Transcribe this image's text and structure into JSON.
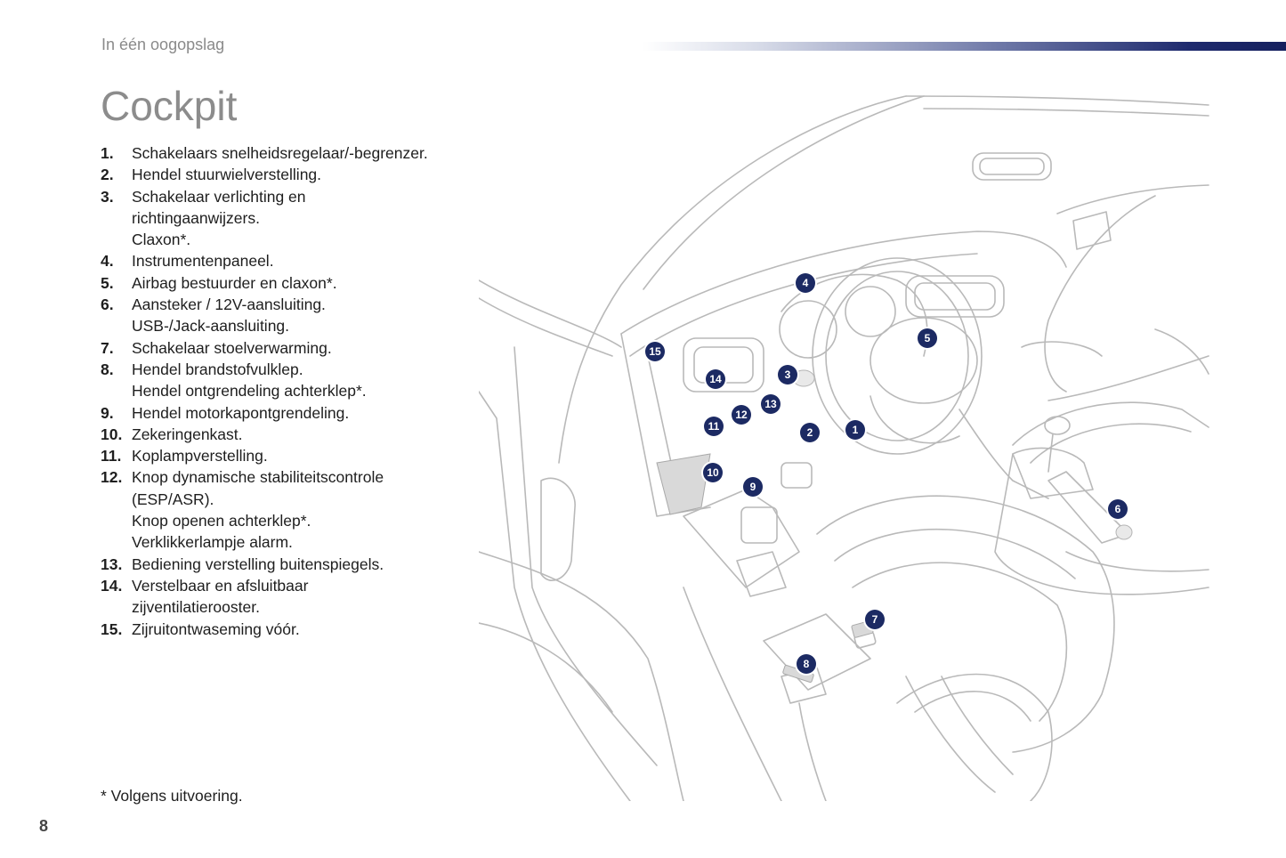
{
  "header": {
    "section": "In één oogopslag",
    "title": "Cockpit"
  },
  "legend": [
    {
      "num": "1.",
      "lines": [
        "Schakelaars snelheidsregelaar/-begrenzer."
      ]
    },
    {
      "num": "2.",
      "lines": [
        "Hendel stuurwielverstelling."
      ]
    },
    {
      "num": "3.",
      "lines": [
        "Schakelaar verlichting en",
        "richtingaanwijzers.",
        "Claxon*."
      ]
    },
    {
      "num": "4.",
      "lines": [
        "Instrumentenpaneel."
      ]
    },
    {
      "num": "5.",
      "lines": [
        "Airbag bestuurder en claxon*."
      ]
    },
    {
      "num": "6.",
      "lines": [
        "Aansteker / 12V-aansluiting.",
        "USB-/Jack-aansluiting."
      ]
    },
    {
      "num": "7.",
      "lines": [
        "Schakelaar stoelverwarming."
      ]
    },
    {
      "num": "8.",
      "lines": [
        "Hendel brandstofvulklep.",
        "Hendel ontgrendeling achterklep*."
      ]
    },
    {
      "num": "9.",
      "lines": [
        "Hendel motorkapontgrendeling."
      ]
    },
    {
      "num": "10.",
      "lines": [
        "Zekeringenkast."
      ]
    },
    {
      "num": "11.",
      "lines": [
        "Koplampverstelling."
      ]
    },
    {
      "num": "12.",
      "lines": [
        "Knop dynamische stabiliteitscontrole",
        "(ESP/ASR).",
        "Knop openen achterklep*.",
        "Verklikkerlampje alarm."
      ]
    },
    {
      "num": "13.",
      "lines": [
        "Bediening verstelling buitenspiegels."
      ]
    },
    {
      "num": "14.",
      "lines": [
        "Verstelbaar en afsluitbaar",
        "zijventilatierooster."
      ]
    },
    {
      "num": "15.",
      "lines": [
        "Zijruitontwaseming vóór."
      ]
    }
  ],
  "footnote": "* Volgens uitvoering.",
  "page_number": "8",
  "callouts": [
    "1",
    "2",
    "3",
    "4",
    "5",
    "6",
    "7",
    "8",
    "9",
    "10",
    "11",
    "12",
    "13",
    "14",
    "15"
  ],
  "colors": {
    "callout": "#1c2a63",
    "header_bar_dark": "#15205e",
    "title_grey": "#8c8c8c",
    "line_art": "#b9b9b9"
  }
}
